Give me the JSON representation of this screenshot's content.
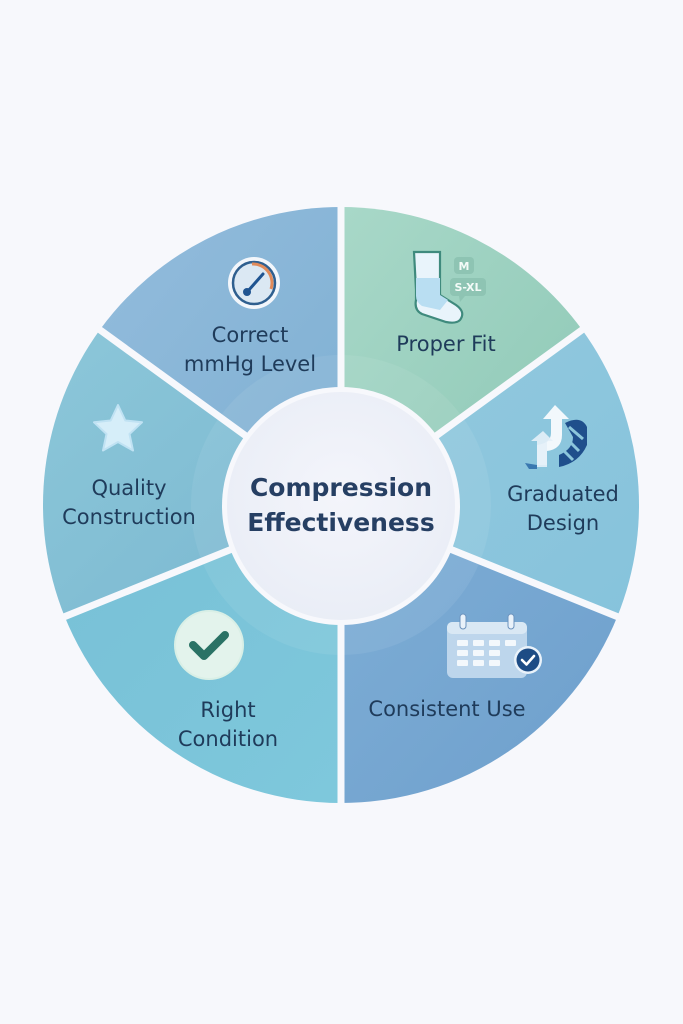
{
  "diagram": {
    "type": "segmented-wheel",
    "center_label": [
      "Compression",
      "Effectiveness"
    ],
    "background": "#f7f8fc",
    "segments": [
      {
        "id": "proper-fit",
        "label": [
          "Proper Fit"
        ],
        "icon": "sock-size-icon",
        "icon_text": [
          "M",
          "S-XL"
        ],
        "color": "#9fd1c2"
      },
      {
        "id": "graduated-design",
        "label": [
          "Graduated",
          "Design"
        ],
        "icon": "graduated-arrow-icon",
        "color": "#8cc6dc"
      },
      {
        "id": "consistent-use",
        "label": [
          "Consistent Use"
        ],
        "icon": "calendar-check-icon",
        "color": "#77a8d2"
      },
      {
        "id": "right-condition",
        "label": [
          "Right",
          "Condition"
        ],
        "icon": "checkmark-icon",
        "color": "#7cc5d9"
      },
      {
        "id": "quality-construction",
        "label": [
          "Quality",
          "Construction"
        ],
        "icon": "star-icon",
        "color": "#85bcd5"
      },
      {
        "id": "correct-mmhg-level",
        "label": [
          "Correct",
          "mmHg Level"
        ],
        "icon": "gauge-icon",
        "color": "#8ab6d6"
      }
    ]
  }
}
